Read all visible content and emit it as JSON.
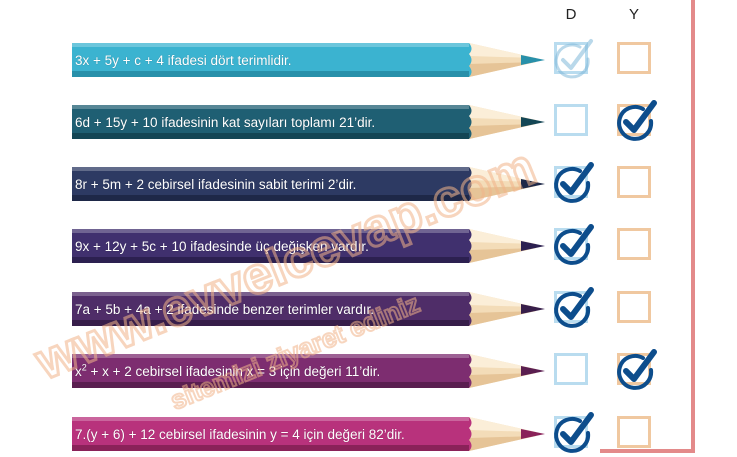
{
  "headers": {
    "d": "D",
    "y": "Y"
  },
  "rows": [
    {
      "text": "3x + 5y + c + 4 ifadesi dört terimlidir.",
      "sup": "",
      "rest": "",
      "color": "#3bb3d0",
      "dark": "#2890aa",
      "answer": "D",
      "d_style": "light"
    },
    {
      "text": "6d + 15y + 10 ifadesinin kat sayıları toplamı 21’dir.",
      "sup": "",
      "rest": "",
      "color": "#1f5f73",
      "dark": "#144655",
      "answer": "Y",
      "d_style": "none"
    },
    {
      "text": "8r + 5m + 2 cebirsel ifadesinin sabit terimi 2’dir.",
      "sup": "",
      "rest": "",
      "color": "#2d3a63",
      "dark": "#1e2848",
      "answer": "D",
      "d_style": "none"
    },
    {
      "text": "9x + 12y + 5c + 10 ifadesinde üç değişken vardır.",
      "sup": "",
      "rest": "",
      "color": "#40306e",
      "dark": "#2c2050",
      "answer": "D",
      "d_style": "none"
    },
    {
      "text": "7a + 5b + 4a + 2 ifadesinde benzer terimler vardır.",
      "sup": "",
      "rest": "",
      "color": "#4f2d68",
      "dark": "#371e4a",
      "answer": "D",
      "d_style": "none"
    },
    {
      "text": "x",
      "sup": "2",
      "rest": " + x + 2 cebirsel ifadesinin x = 3 için değeri 11’dir.",
      "color": "#7d2d70",
      "dark": "#5a1e50",
      "answer": "Y",
      "d_style": "none"
    },
    {
      "text": "7.(y + 6) + 12 cebirsel ifadesinin y = 4 için değeri 82’dir.",
      "sup": "",
      "rest": "",
      "color": "#b8327c",
      "dark": "#8a2259",
      "answer": "D",
      "d_style": "none"
    }
  ],
  "watermark": {
    "line1": "www.evvelcevap.com",
    "line2": "sitemizi ziyaret ediniz",
    "color": "#f2b48a"
  },
  "colors": {
    "check": "#0d4d8c",
    "box_d": "#b9dcef",
    "box_y": "#f0c8a0",
    "frame": "#e38a8a"
  }
}
